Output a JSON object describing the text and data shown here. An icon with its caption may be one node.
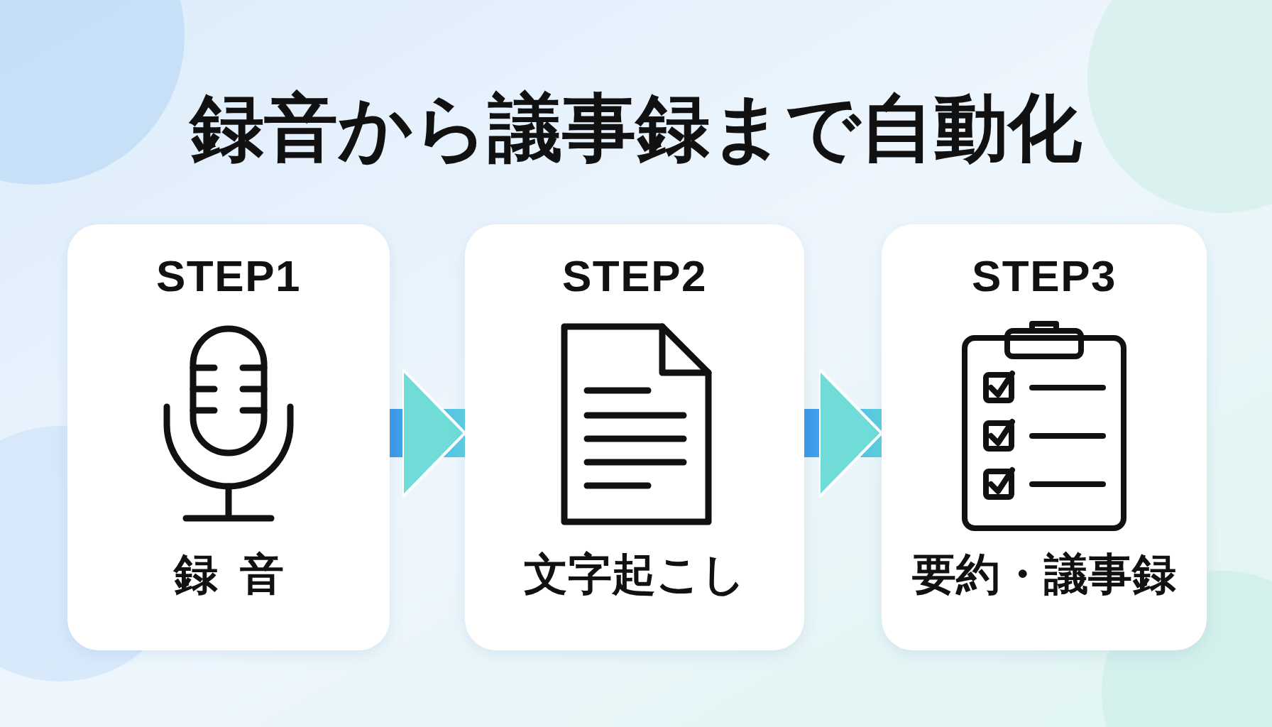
{
  "diagram": {
    "title": "録音から議事録まで自動化",
    "nodes": [
      {
        "text": [
          "STEP1",
          "録音"
        ]
      },
      {
        "text": [
          "STEP2",
          "文字起こし"
        ]
      },
      {
        "text": [
          "STEP3",
          "要約・議事録"
        ]
      }
    ],
    "edges": [
      {
        "from": 0,
        "to": 1,
        "arrow": "to"
      },
      {
        "from": 1,
        "to": 2,
        "arrow": "to"
      }
    ]
  }
}
